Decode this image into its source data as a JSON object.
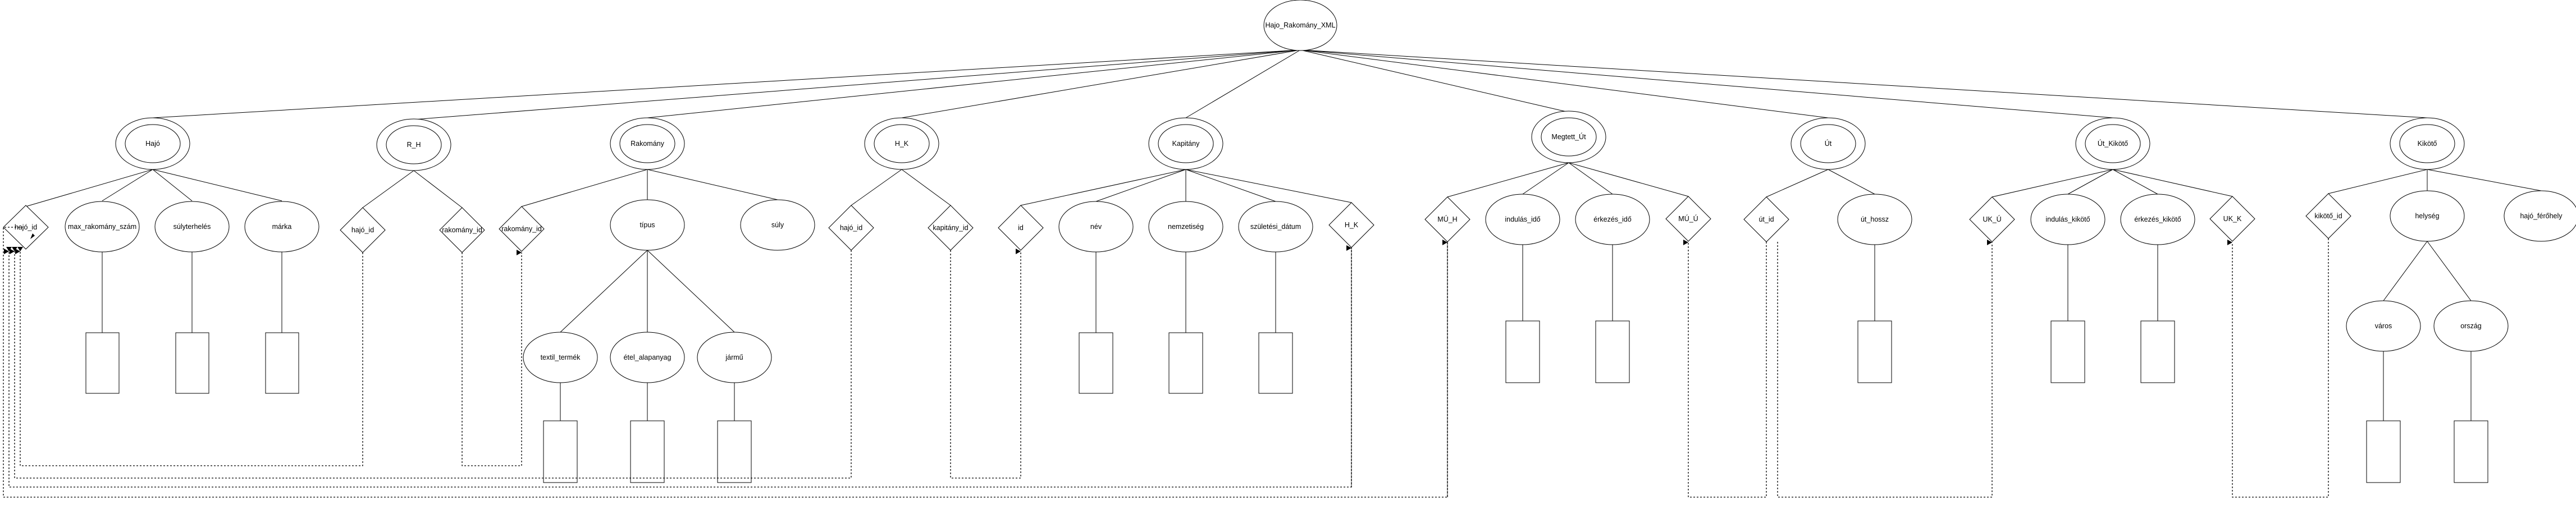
{
  "diagram": {
    "root": "Hajo_Rakomány_XML",
    "entities": {
      "hajo": "Hajó",
      "r_h": "R_H",
      "rakomany": "Rakomány",
      "h_k": "H_K",
      "kapitany": "Kapitány",
      "megtett_ut": "Megtett_Út",
      "ut": "Út",
      "ut_kikoto": "Út_Kikötő",
      "kikoto": "Kikötő"
    },
    "attributes": {
      "hajo_id": "hajó_id",
      "max_rakomany_szam": "max_rakomány_szám",
      "suly_terheles": "súlyterhelés",
      "marka": "márka",
      "r_h_hajo_id": "hajó_id",
      "r_h_rakomany_id": "rakomány_id",
      "rakomany_id": "rakomány_id",
      "tipus": "típus",
      "suly": "súly",
      "textil_termek": "textil_termék",
      "etel_alapanyag": "étel_alapanyag",
      "jarmu": "jármű",
      "h_k_hajo_id": "hajó_id",
      "h_k_kapitany_id": "kapitány_id",
      "kapitany_id": "id",
      "nev": "név",
      "nemzetiseg": "nemzetiség",
      "szuletesi_datum": "születési_dátum",
      "kapitany_h_k": "H_K",
      "mu_h": "MÚ_H",
      "indulas_ido": "indulás_idő",
      "erkezes_ido": "érkezés_idő",
      "mu_u": "MÚ_Ú",
      "ut_id": "út_id",
      "ut_hossz": "út_hossz",
      "uk_u": "UK_Ú",
      "indulas_kikoto": "indulás_kikötő",
      "erkezes_kikoto": "érkezés_kikötő",
      "uk_k": "UK_K",
      "kikoto_id": "kikötő_id",
      "helyseg": "helység",
      "hajo_ferohely": "hajó_férőhely",
      "varos": "város",
      "orszag": "ország"
    }
  }
}
